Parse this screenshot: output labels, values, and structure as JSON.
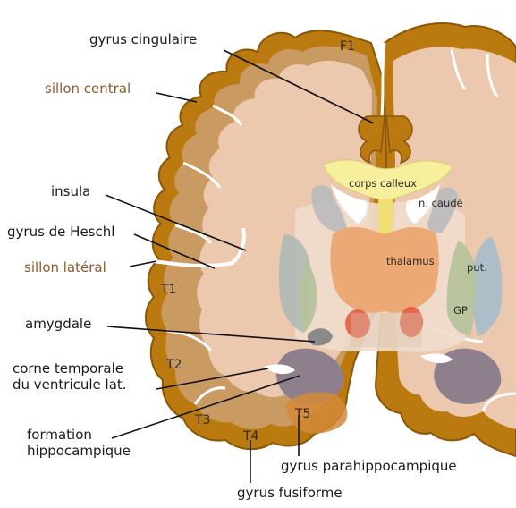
{
  "labels": {
    "gyrus_cingulaire": "gyrus cingulaire",
    "sillon_central": "sillon central",
    "insula": "insula",
    "gyrus_heschl": "gyrus de Heschl",
    "sillon_lateral": "sillon latéral",
    "amygdale": "amygdale",
    "corne_temporale": "corne temporale\ndu ventricule lat.",
    "formation_hippo": "formation\nhippocampique",
    "gyrus_parahippo": "gyrus parahippocampique",
    "gyrus_fusiforme": "gyrus fusiforme"
  },
  "inner": {
    "f1": "F1",
    "corps_calleux": "corps calleux",
    "n_caude": "n. caudé",
    "thalamus": "thalamus",
    "put": "put.",
    "gp": "GP",
    "t1": "T1",
    "t2": "T2",
    "t3": "T3",
    "t4": "T4",
    "t5": "T5"
  },
  "colors": {
    "cortex": "#bb7a0f",
    "white_matter": "#ebc8ae",
    "corpus_callosum": "#f6ef9c",
    "thalamus": "#eda56e",
    "caudate": "#b9b9bd",
    "putamen": "#aeb9b6",
    "globus_pallidus": "#b4c29a",
    "hippocampus": "#8e7f8d",
    "red_nucleus": "#e3553a",
    "label_accent": "#8c5a2b",
    "label_text": "#1a1a1a"
  }
}
